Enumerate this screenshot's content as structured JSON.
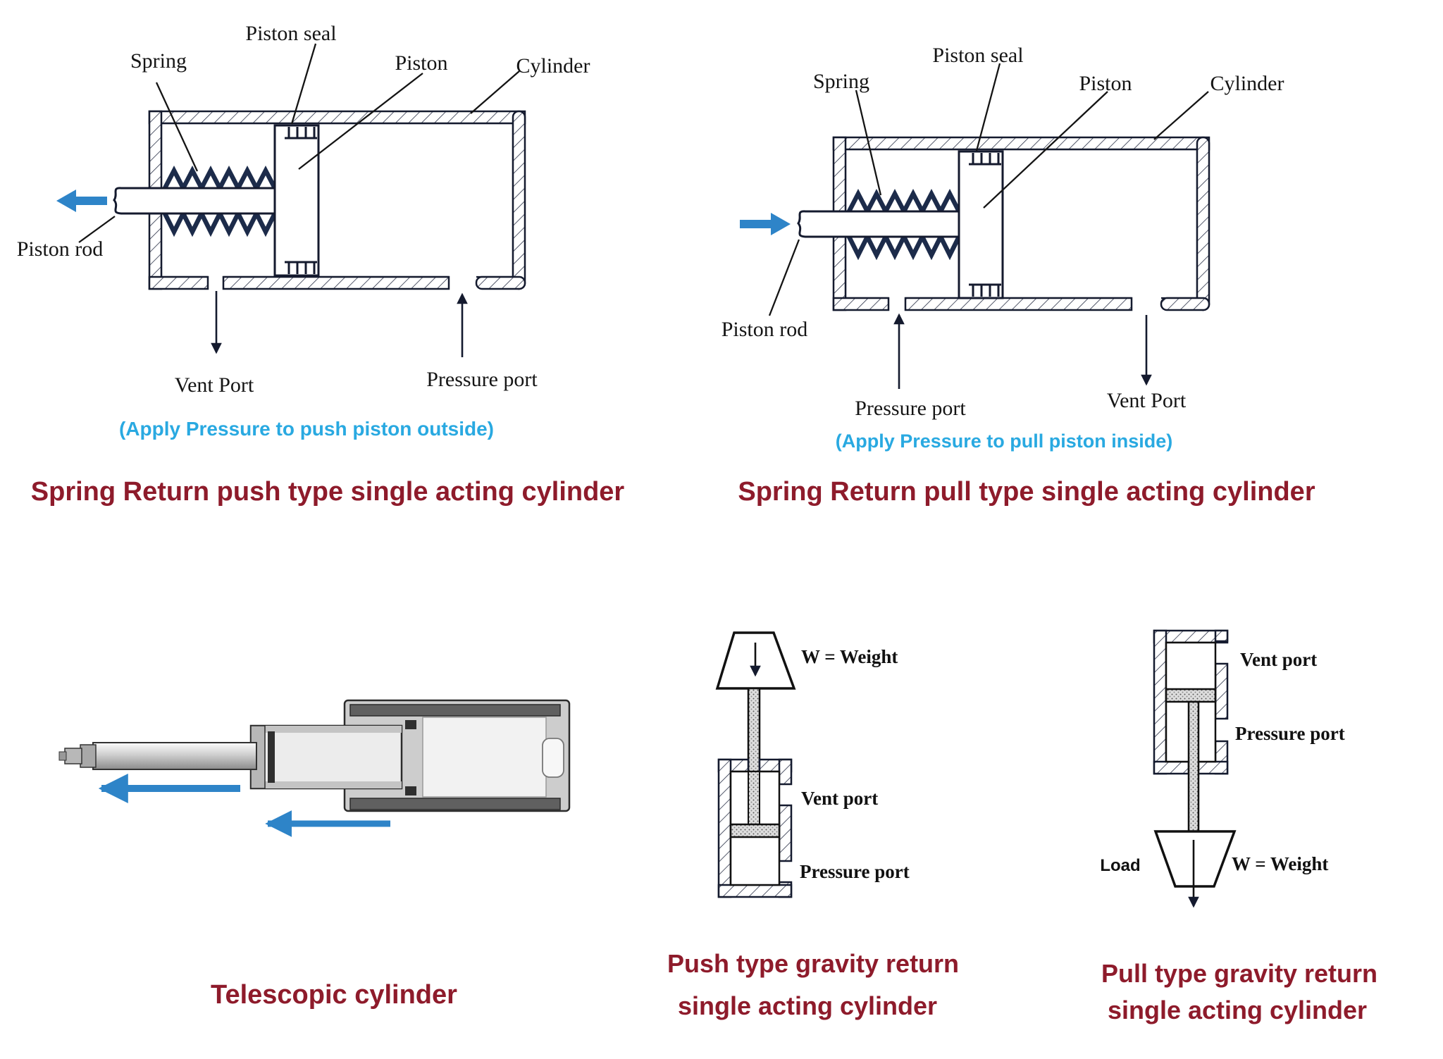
{
  "colors": {
    "title": "#8e1b2b",
    "caption": "#29a9e1",
    "arrow_blue": "#2e84c8"
  },
  "diagram_spring_push": {
    "labels": {
      "spring": "Spring",
      "piston_seal": "Piston seal",
      "piston": "Piston",
      "cylinder": "Cylinder",
      "piston_rod": "Piston rod",
      "vent_port": "Vent Port",
      "pressure_port": "Pressure port"
    },
    "caption": "(Apply Pressure to push piston outside)",
    "title": "Spring Return push type single acting cylinder"
  },
  "diagram_spring_pull": {
    "labels": {
      "spring": "Spring",
      "piston_seal": "Piston seal",
      "piston": "Piston",
      "cylinder": "Cylinder",
      "piston_rod": "Piston rod",
      "pressure_port": "Pressure port",
      "vent_port": "Vent Port"
    },
    "caption": "(Apply Pressure to pull piston inside)",
    "title": "Spring Return pull type single acting cylinder"
  },
  "diagram_telescopic": {
    "title": "Telescopic cylinder"
  },
  "diagram_gravity_push": {
    "labels": {
      "weight": "W = Weight",
      "vent_port": "Vent port",
      "pressure_port": "Pressure port"
    },
    "title_line1": "Push type gravity return",
    "title_line2": "single acting cylinder"
  },
  "diagram_gravity_pull": {
    "labels": {
      "vent_port": "Vent port",
      "pressure_port": "Pressure port",
      "load": "Load",
      "weight": "W = Weight"
    },
    "title_line1": "Pull type gravity return",
    "title_line2": "single acting cylinder"
  }
}
